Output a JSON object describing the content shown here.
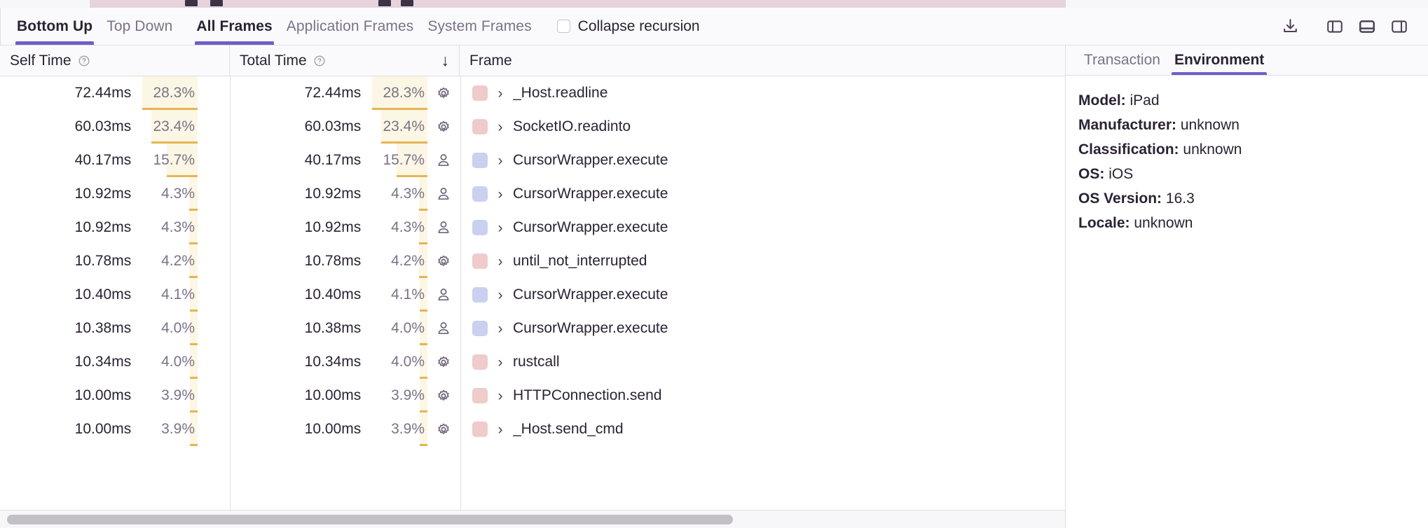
{
  "toolbar": {
    "tabs_view": [
      {
        "label": "Bottom Up",
        "active": true
      },
      {
        "label": "Top Down",
        "active": false
      }
    ],
    "tabs_frames": [
      {
        "label": "All Frames",
        "active": true
      },
      {
        "label": "Application Frames",
        "active": false
      },
      {
        "label": "System Frames",
        "active": false
      }
    ],
    "collapse_recursion_label": "Collapse recursion",
    "collapse_recursion_checked": false,
    "icons": [
      "download-icon",
      "layout-left-panel-icon",
      "layout-bottom-panel-icon",
      "layout-right-panel-icon"
    ]
  },
  "table": {
    "columns": [
      {
        "key": "self_time",
        "label": "Self Time",
        "has_help": true,
        "sorted": false
      },
      {
        "key": "total_time",
        "label": "Total Time",
        "has_help": true,
        "sorted": true,
        "sort_direction": "desc",
        "sort_glyph": "↓"
      },
      {
        "key": "frame",
        "label": "Frame",
        "has_help": false,
        "sorted": false
      }
    ],
    "rows": [
      {
        "self_time": "72.44ms",
        "self_pct": "28.3%",
        "self_pct_value": 28.3,
        "total_time": "72.44ms",
        "total_pct": "28.3%",
        "total_pct_value": 28.3,
        "type": "system",
        "type_icon": "gear-icon",
        "swatch_color": "#EFCBCB",
        "chevron": "›",
        "frame": "_Host.readline"
      },
      {
        "self_time": "60.03ms",
        "self_pct": "23.4%",
        "self_pct_value": 23.4,
        "total_time": "60.03ms",
        "total_pct": "23.4%",
        "total_pct_value": 23.4,
        "type": "system",
        "type_icon": "gear-icon",
        "swatch_color": "#EFCBCB",
        "chevron": "›",
        "frame": "SocketIO.readinto"
      },
      {
        "self_time": "40.17ms",
        "self_pct": "15.7%",
        "self_pct_value": 15.7,
        "total_time": "40.17ms",
        "total_pct": "15.7%",
        "total_pct_value": 15.7,
        "type": "application",
        "type_icon": "person-icon",
        "swatch_color": "#CBD0F0",
        "chevron": "›",
        "frame": "CursorWrapper.execute"
      },
      {
        "self_time": "10.92ms",
        "self_pct": "4.3%",
        "self_pct_value": 4.3,
        "total_time": "10.92ms",
        "total_pct": "4.3%",
        "total_pct_value": 4.3,
        "type": "application",
        "type_icon": "person-icon",
        "swatch_color": "#CBD0F0",
        "chevron": "›",
        "frame": "CursorWrapper.execute"
      },
      {
        "self_time": "10.92ms",
        "self_pct": "4.3%",
        "self_pct_value": 4.3,
        "total_time": "10.92ms",
        "total_pct": "4.3%",
        "total_pct_value": 4.3,
        "type": "application",
        "type_icon": "person-icon",
        "swatch_color": "#CBD0F0",
        "chevron": "›",
        "frame": "CursorWrapper.execute"
      },
      {
        "self_time": "10.78ms",
        "self_pct": "4.2%",
        "self_pct_value": 4.2,
        "total_time": "10.78ms",
        "total_pct": "4.2%",
        "total_pct_value": 4.2,
        "type": "system",
        "type_icon": "gear-icon",
        "swatch_color": "#EFCBCB",
        "chevron": "›",
        "frame": "until_not_interrupted"
      },
      {
        "self_time": "10.40ms",
        "self_pct": "4.1%",
        "self_pct_value": 4.1,
        "total_time": "10.40ms",
        "total_pct": "4.1%",
        "total_pct_value": 4.1,
        "type": "application",
        "type_icon": "person-icon",
        "swatch_color": "#CBD0F0",
        "chevron": "›",
        "frame": "CursorWrapper.execute"
      },
      {
        "self_time": "10.38ms",
        "self_pct": "4.0%",
        "self_pct_value": 4.0,
        "total_time": "10.38ms",
        "total_pct": "4.0%",
        "total_pct_value": 4.0,
        "type": "application",
        "type_icon": "person-icon",
        "swatch_color": "#CBD0F0",
        "chevron": "›",
        "frame": "CursorWrapper.execute"
      },
      {
        "self_time": "10.34ms",
        "self_pct": "4.0%",
        "self_pct_value": 4.0,
        "total_time": "10.34ms",
        "total_pct": "4.0%",
        "total_pct_value": 4.0,
        "type": "system",
        "type_icon": "gear-icon",
        "swatch_color": "#EFCBCB",
        "chevron": "›",
        "frame": "rustcall"
      },
      {
        "self_time": "10.00ms",
        "self_pct": "3.9%",
        "self_pct_value": 3.9,
        "total_time": "10.00ms",
        "total_pct": "3.9%",
        "total_pct_value": 3.9,
        "type": "system",
        "type_icon": "gear-icon",
        "swatch_color": "#EFCBCB",
        "chevron": "›",
        "frame": "HTTPConnection.send"
      },
      {
        "self_time": "10.00ms",
        "self_pct": "3.9%",
        "self_pct_value": 3.9,
        "total_time": "10.00ms",
        "total_pct": "3.9%",
        "total_pct_value": 3.9,
        "type": "system",
        "type_icon": "gear-icon",
        "swatch_color": "#EFCBCB",
        "chevron": "›",
        "frame": "_Host.send_cmd"
      }
    ]
  },
  "details_panel": {
    "tabs": [
      {
        "label": "Transaction",
        "active": false
      },
      {
        "label": "Environment",
        "active": true
      }
    ],
    "environment": [
      {
        "key": "Model:",
        "value": "iPad"
      },
      {
        "key": "Manufacturer:",
        "value": "unknown"
      },
      {
        "key": "Classification:",
        "value": "unknown"
      },
      {
        "key": "OS:",
        "value": "iOS"
      },
      {
        "key": "OS Version:",
        "value": "16.3"
      },
      {
        "key": "Locale:",
        "value": "unknown"
      }
    ]
  },
  "colors": {
    "accent": "#6C5FC7",
    "bar_fill": "#FCF6E4",
    "bar_line": "#E5B554",
    "system_swatch": "#EFCBCB",
    "app_swatch": "#CBD0F0",
    "border": "#E0DCE5",
    "header_bg": "#FAFAFC",
    "text": "#2B2233",
    "muted_text": "#7B7287"
  },
  "scrollbar": {
    "orientation": "horizontal",
    "thumb_fraction": 0.69
  }
}
